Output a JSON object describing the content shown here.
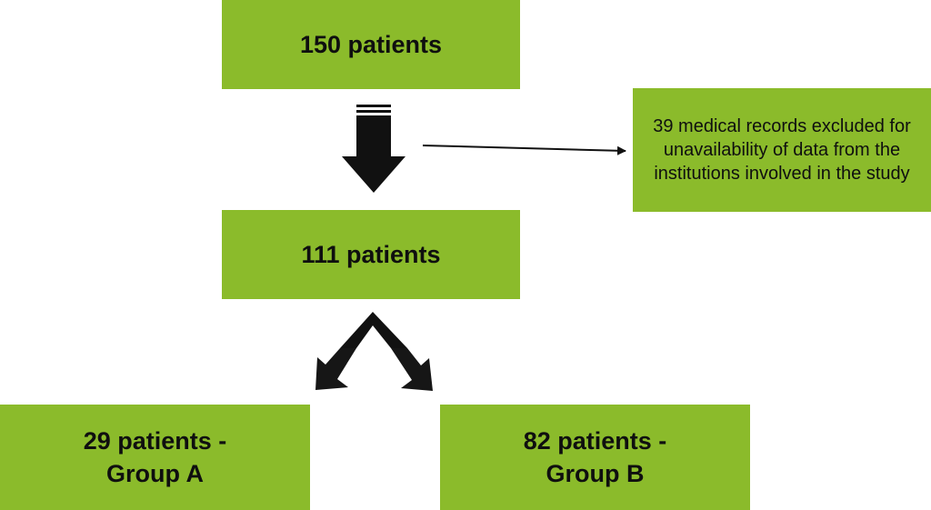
{
  "diagram": {
    "colors": {
      "box_fill": "#8bbb2b",
      "text": "#0f0f0f",
      "arrow": "#111111"
    },
    "boxes": {
      "top": {
        "text": "150 patients"
      },
      "middle": {
        "text": "111 patients"
      },
      "excluded": {
        "text": "39 medical records excluded for unavailability of data from the institutions involved in the study"
      },
      "group_a": {
        "line1": "29 patients -",
        "line2": "Group A"
      },
      "group_b": {
        "line1": "82 patients -",
        "line2": "Group B"
      }
    }
  }
}
